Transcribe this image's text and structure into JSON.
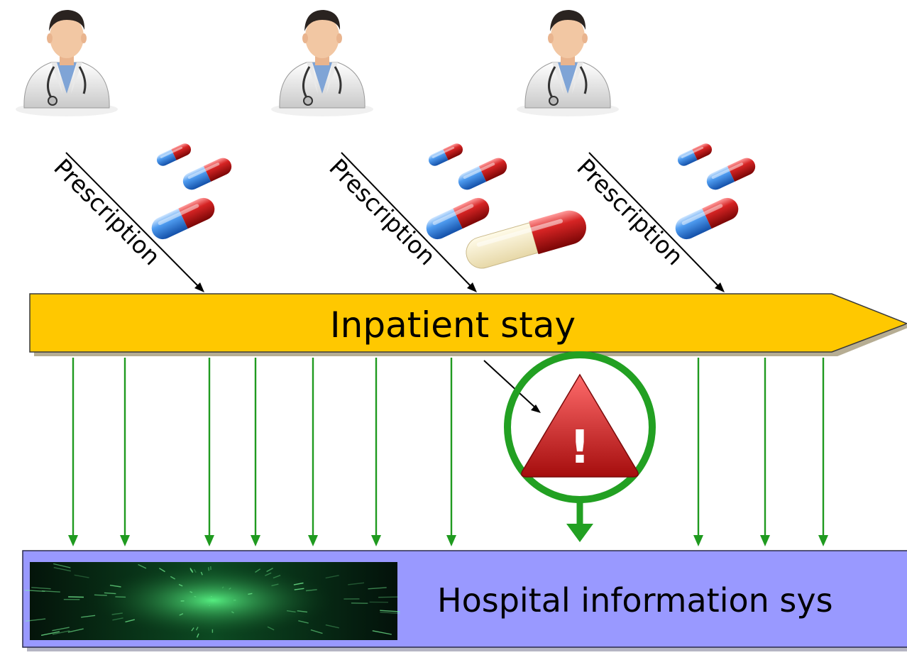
{
  "timeline": {
    "stay_label": "Inpatient stay",
    "bar_color": "#ffc800"
  },
  "system": {
    "label": "Hospital information sys",
    "box_color": "#9999ff"
  },
  "prescriptions": [
    {
      "label": "Prescription",
      "extra_capsule": false
    },
    {
      "label": "Prescription",
      "extra_capsule": true
    },
    {
      "label": "Prescription",
      "extra_capsule": false
    }
  ],
  "alert": {
    "icon": "warning-icon",
    "symbol": "!",
    "ring_color": "#22a022"
  },
  "icons": {
    "doctor": "doctor-icon",
    "pills": "pills-icon",
    "capsule": "capsule-icon",
    "data_stream": "matrix-image"
  },
  "colors": {
    "arrow_green": "#1f9a1f",
    "pill_blue": "#2a6fd6",
    "pill_red": "#c01818"
  }
}
